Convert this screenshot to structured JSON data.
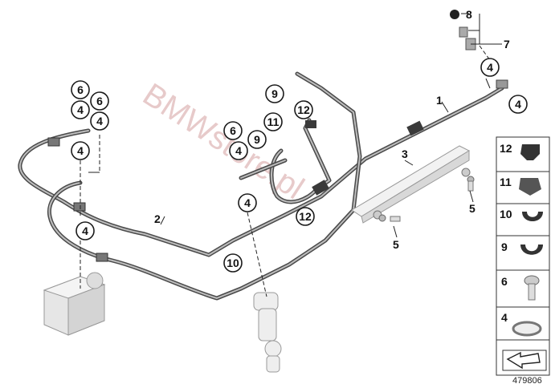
{
  "watermark": "BMWstore.pl",
  "diagram_id": "479806",
  "callouts": {
    "c6a": "6",
    "c4a": "4",
    "c6b": "6",
    "c4b": "4",
    "c4c": "4",
    "c4d": "4",
    "c9a": "9",
    "c12a": "12",
    "c11": "11",
    "c9b": "9",
    "c6c": "6",
    "c4e": "4",
    "c4f": "4",
    "c12b": "12",
    "c10": "10",
    "c4g": "4",
    "c4h": "4"
  },
  "labels": {
    "l8": "8",
    "l7": "7",
    "l1": "1",
    "l2": "2",
    "l3": "3",
    "l5a": "5",
    "l5b": "5"
  },
  "legend": [
    "12",
    "11",
    "10",
    "9",
    "6",
    "4"
  ]
}
